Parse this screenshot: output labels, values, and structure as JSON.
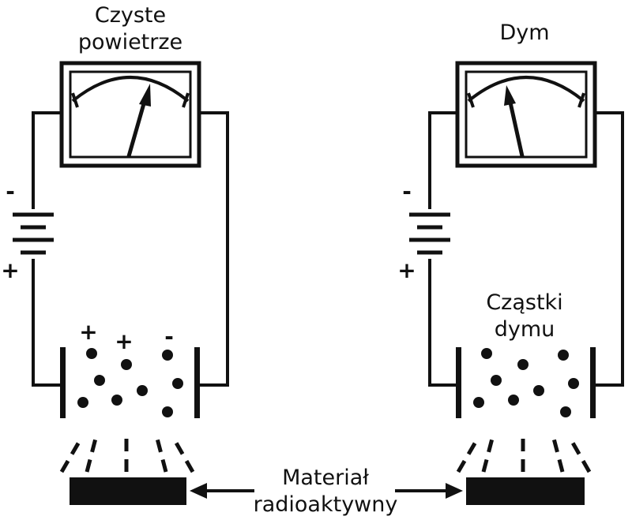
{
  "left": {
    "title_line1": "Czyste",
    "title_line2": "powietrze",
    "battery_minus": "-",
    "battery_plus": "+",
    "charges": [
      "+",
      "+",
      "-"
    ]
  },
  "right": {
    "title": "Dym",
    "battery_minus": "-",
    "battery_plus": "+",
    "particles_line1": "Cząstki",
    "particles_line2": "dymu"
  },
  "source": {
    "label_line1": "Materiał",
    "label_line2": "radioaktywny"
  }
}
